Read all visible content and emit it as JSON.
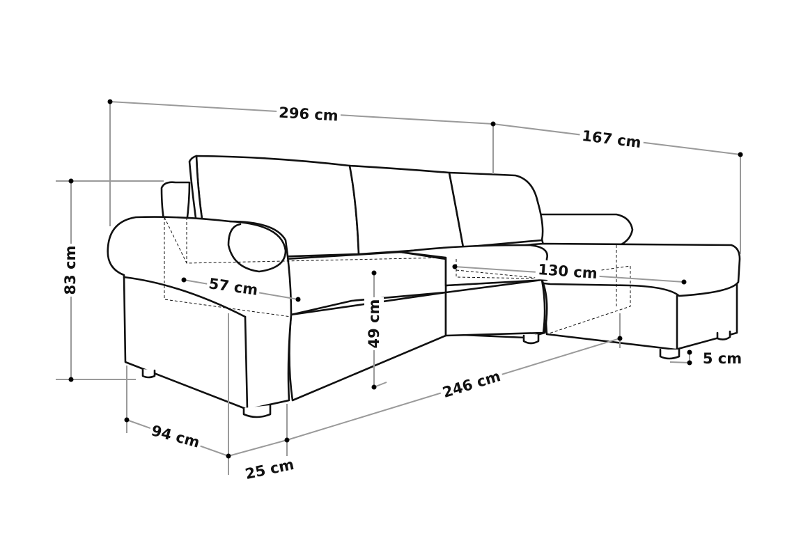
{
  "dimensions": {
    "total_width": "296 cm",
    "chaise_depth": "167 cm",
    "height": "83 cm",
    "seat_depth": "57 cm",
    "chaise_seat_length": "130 cm",
    "seat_height": "49 cm",
    "sofa_depth": "94 cm",
    "armrest_width": "25 cm",
    "inner_length": "246 cm",
    "leg_height": "5 cm"
  },
  "colors": {
    "outline": "#111111",
    "dimension_line": "#9a9a9a",
    "background": "#ffffff"
  }
}
